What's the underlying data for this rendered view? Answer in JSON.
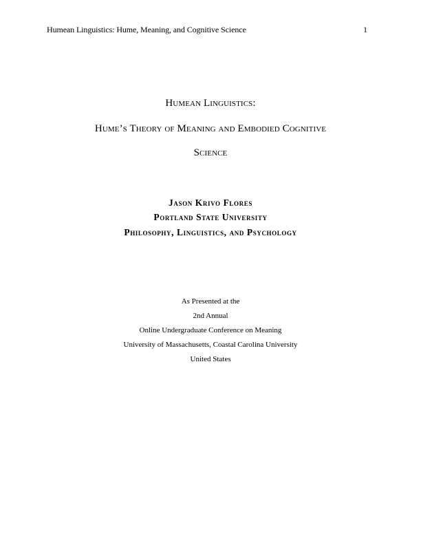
{
  "header": {
    "running_title": "Humean Linguistics: Hume, Meaning, and Cognitive Science",
    "page_number": "1"
  },
  "title": {
    "lines": [
      "Humean Linguistics:",
      "Hume’s Theory of Meaning and Embodied Cognitive",
      "Science"
    ]
  },
  "author_block": {
    "name": "Jason Krivo Flores",
    "institution": "Portland State University",
    "departments": "Philosophy, Linguistics, and Psychology"
  },
  "presentation": {
    "lines": [
      "As Presented at the",
      "2nd Annual",
      "Online Undergraduate Conference on Meaning",
      "University of Massachusetts, Coastal Carolina University",
      "United States"
    ]
  }
}
